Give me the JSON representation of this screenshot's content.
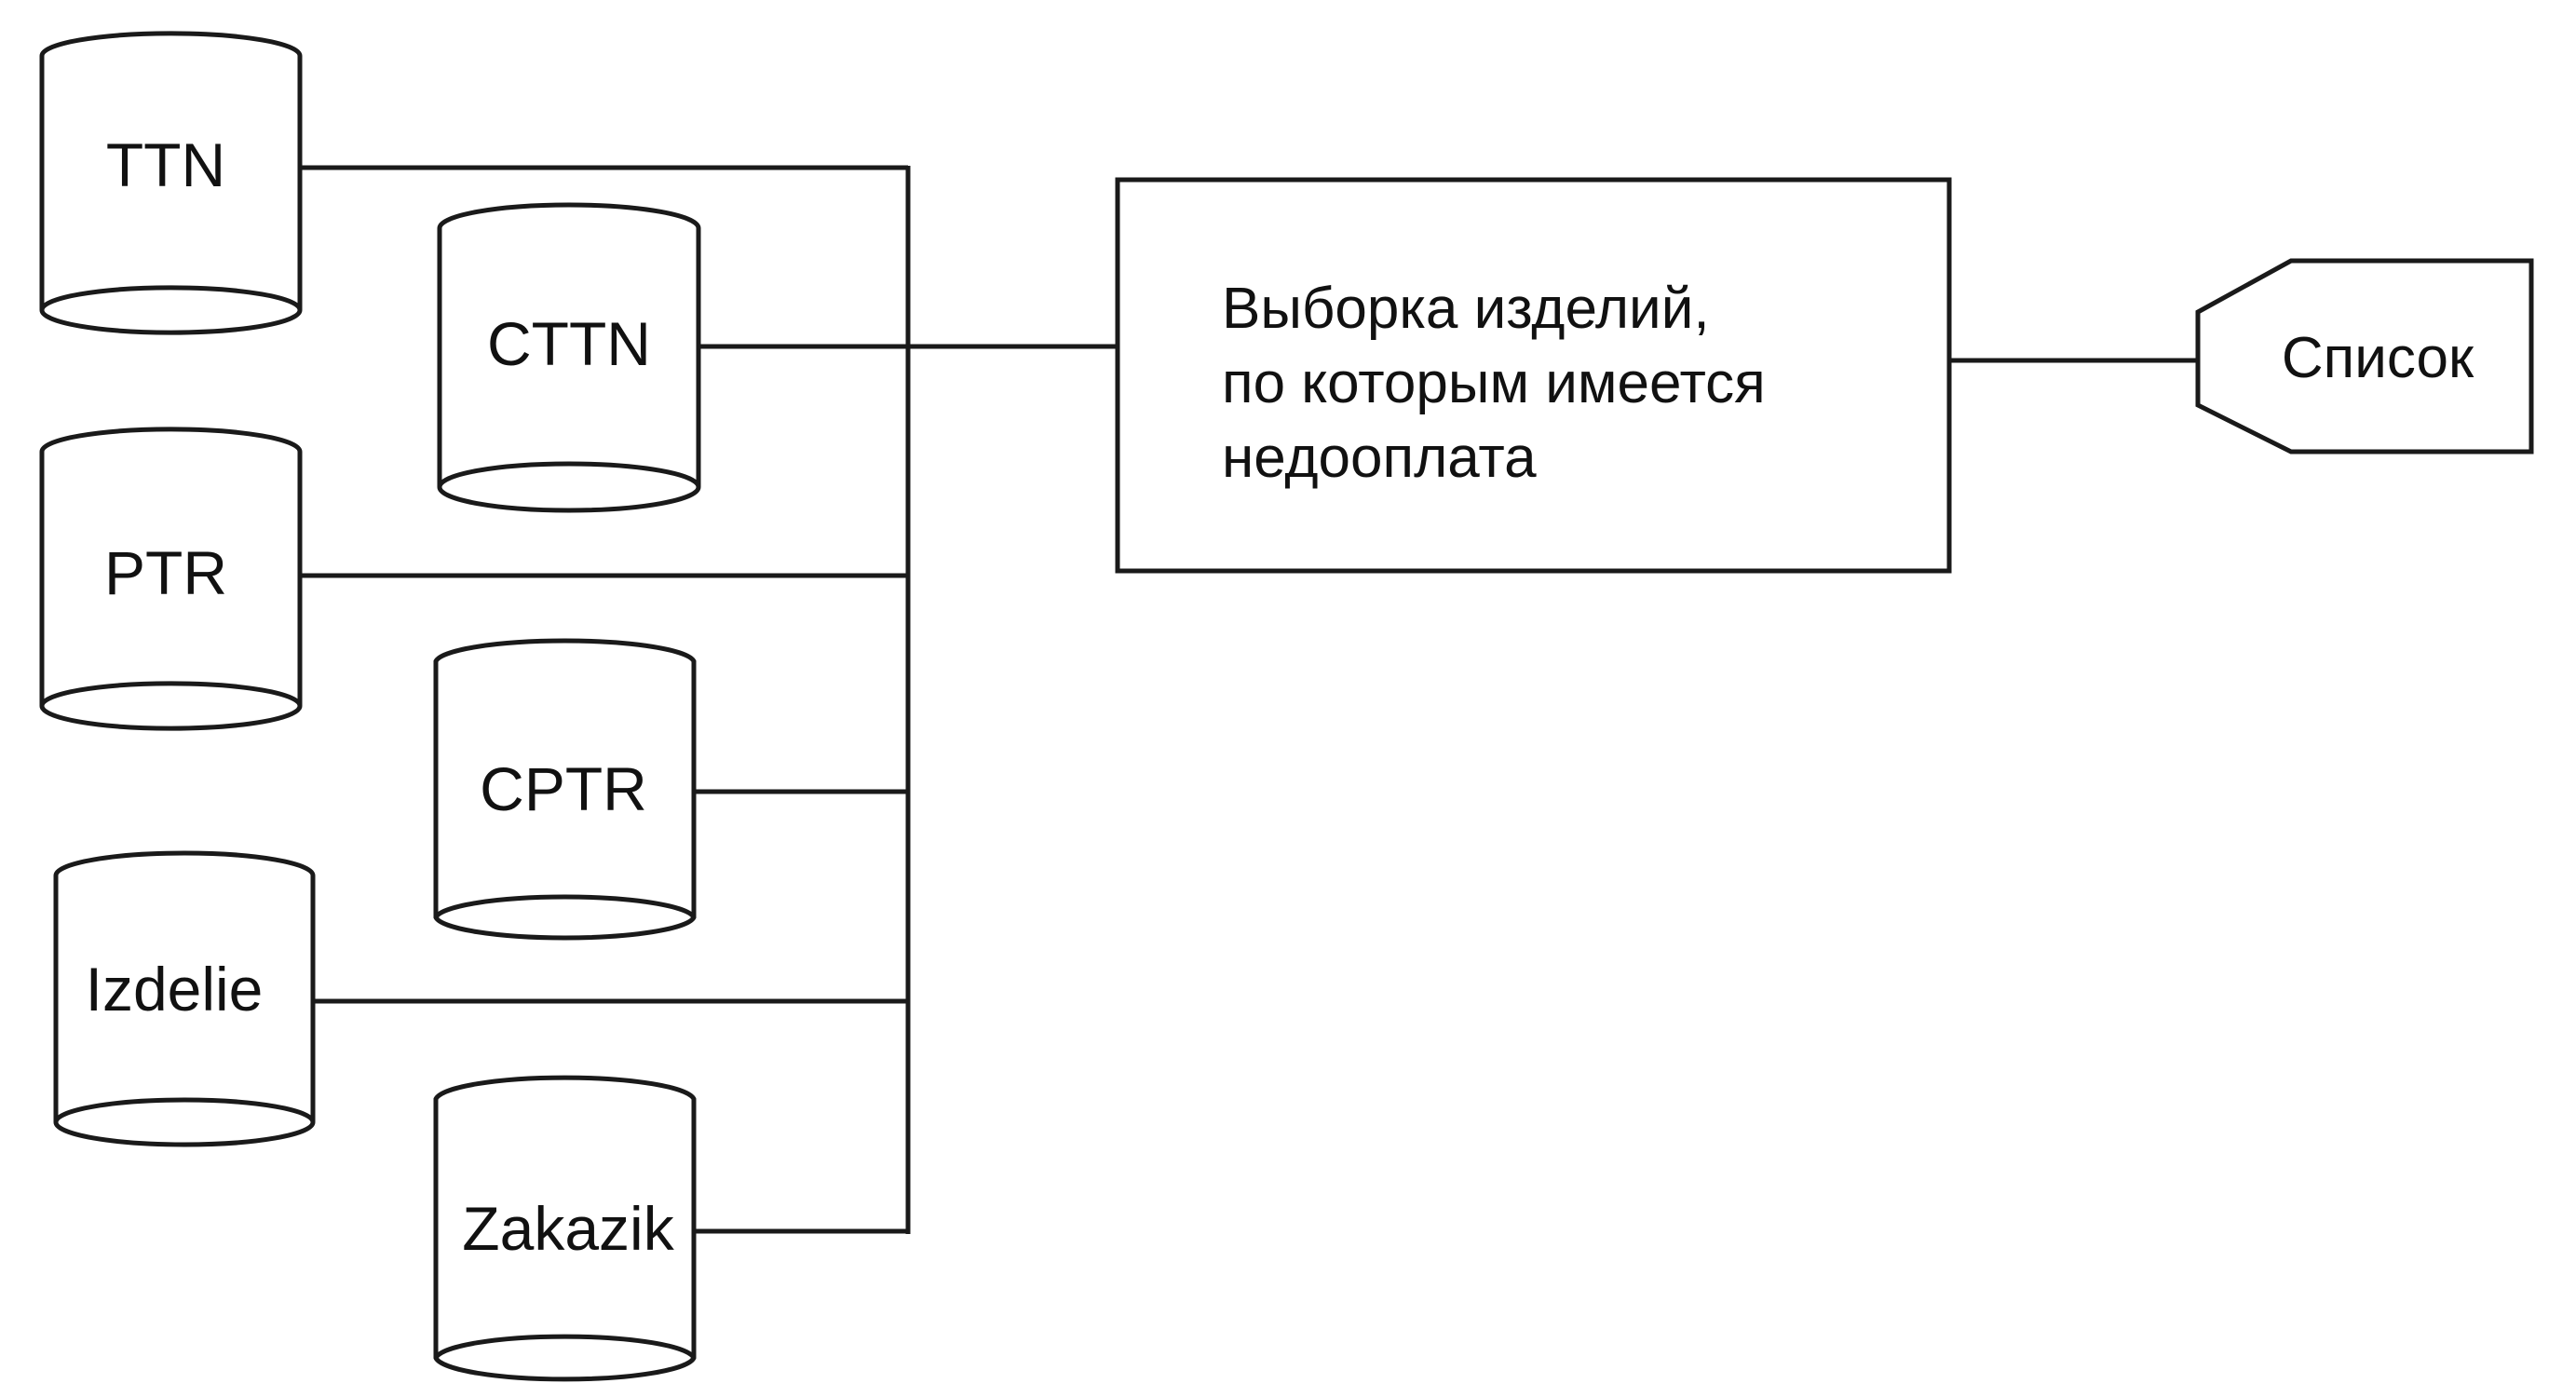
{
  "databases": [
    {
      "id": "ttn",
      "label": "TTN"
    },
    {
      "id": "cttn",
      "label": "CTTN"
    },
    {
      "id": "ptr",
      "label": "PTR"
    },
    {
      "id": "cptr",
      "label": "CPTR"
    },
    {
      "id": "izdelie",
      "label": "Izdelie"
    },
    {
      "id": "zakazik",
      "label": "Zakazik"
    }
  ],
  "process": {
    "lines": [
      "Выборка изделий,",
      "по которым имеется",
      "недооплата"
    ]
  },
  "output": {
    "label": "Список"
  },
  "colors": {
    "stroke": "#1a1a1a",
    "background": "#ffffff"
  }
}
